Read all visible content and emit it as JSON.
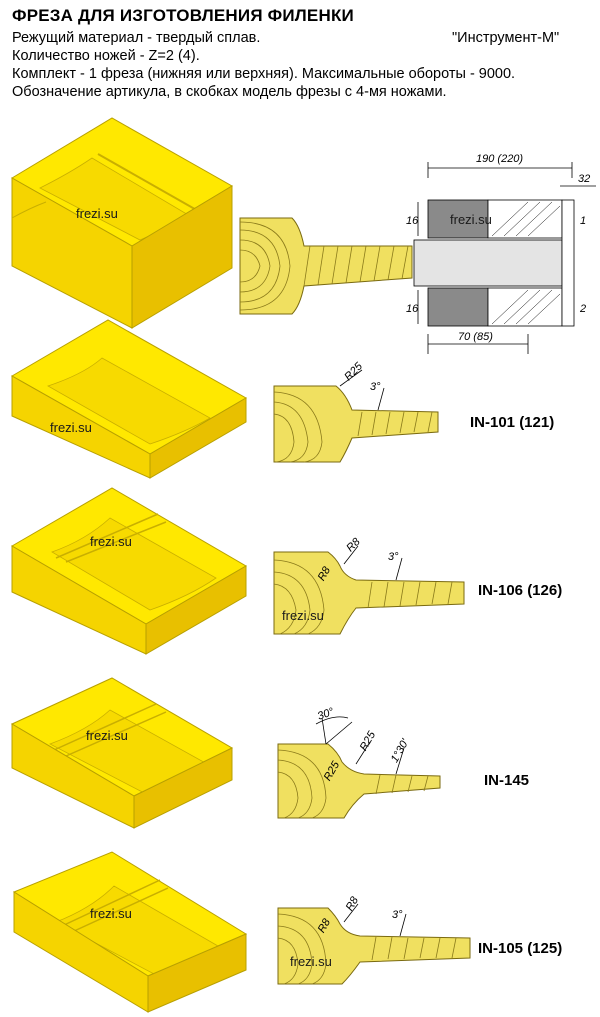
{
  "header": {
    "title": "ФРЕЗА ДЛЯ ИЗГОТОВЛЕНИЯ ФИЛЕНКИ",
    "lines": [
      "Режущий материал - твердый сплав.",
      "Количество ножей - Z=2 (4).",
      "Комплект - 1 фреза (нижняя или верхняя). Максимальные обороты - 9000.",
      "Обозначение артикула, в скобках модель фрезы с 4-мя ножами."
    ],
    "brand": "\"Инструмент-М\""
  },
  "watermark": "frezi.su",
  "drawing": {
    "dim_total": "190 (220)",
    "dim_right": "32",
    "dim_bottom": "70 (85)",
    "dim_h": "16",
    "knife_1": "1",
    "knife_2": "2"
  },
  "products": [
    {
      "code": "IN-101 (121)",
      "radii": [
        "R25"
      ],
      "angles": [
        "3°"
      ]
    },
    {
      "code": "IN-106 (126)",
      "radii": [
        "R8",
        "R8"
      ],
      "angles": [
        "3°"
      ]
    },
    {
      "code": "IN-145",
      "radii": [
        "R25",
        "R25"
      ],
      "angles": [
        "30°",
        "1°30'"
      ]
    },
    {
      "code": "IN-105 (125)",
      "radii": [
        "R8",
        "R8"
      ],
      "angles": [
        "3°"
      ]
    }
  ],
  "colors": {
    "block_top": "#ffe800",
    "block_front": "#f5d400",
    "block_side": "#e8c000",
    "wood": "#f0e060",
    "wood_line": "#8a7a1a"
  }
}
